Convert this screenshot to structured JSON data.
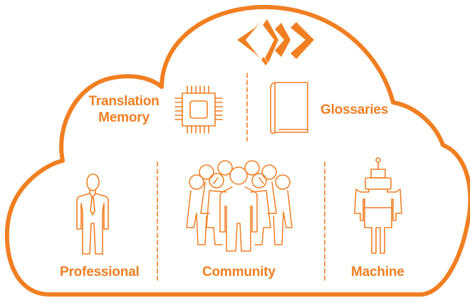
{
  "colors": {
    "accent": "#f07f22",
    "background": "#ffffff"
  },
  "logo": {
    "icon": "diamond-brackets-logo-icon"
  },
  "resources": {
    "translation_memory": {
      "line1": "Translation",
      "line2": "Memory",
      "icon": "microchip-icon"
    },
    "glossaries": {
      "label": "Glossaries",
      "icon": "book-icon"
    }
  },
  "translators": {
    "professional": {
      "label": "Professional",
      "icon": "businessman-icon"
    },
    "community": {
      "label": "Community",
      "icon": "people-group-icon"
    },
    "machine": {
      "label": "Machine",
      "icon": "robot-icon"
    }
  }
}
